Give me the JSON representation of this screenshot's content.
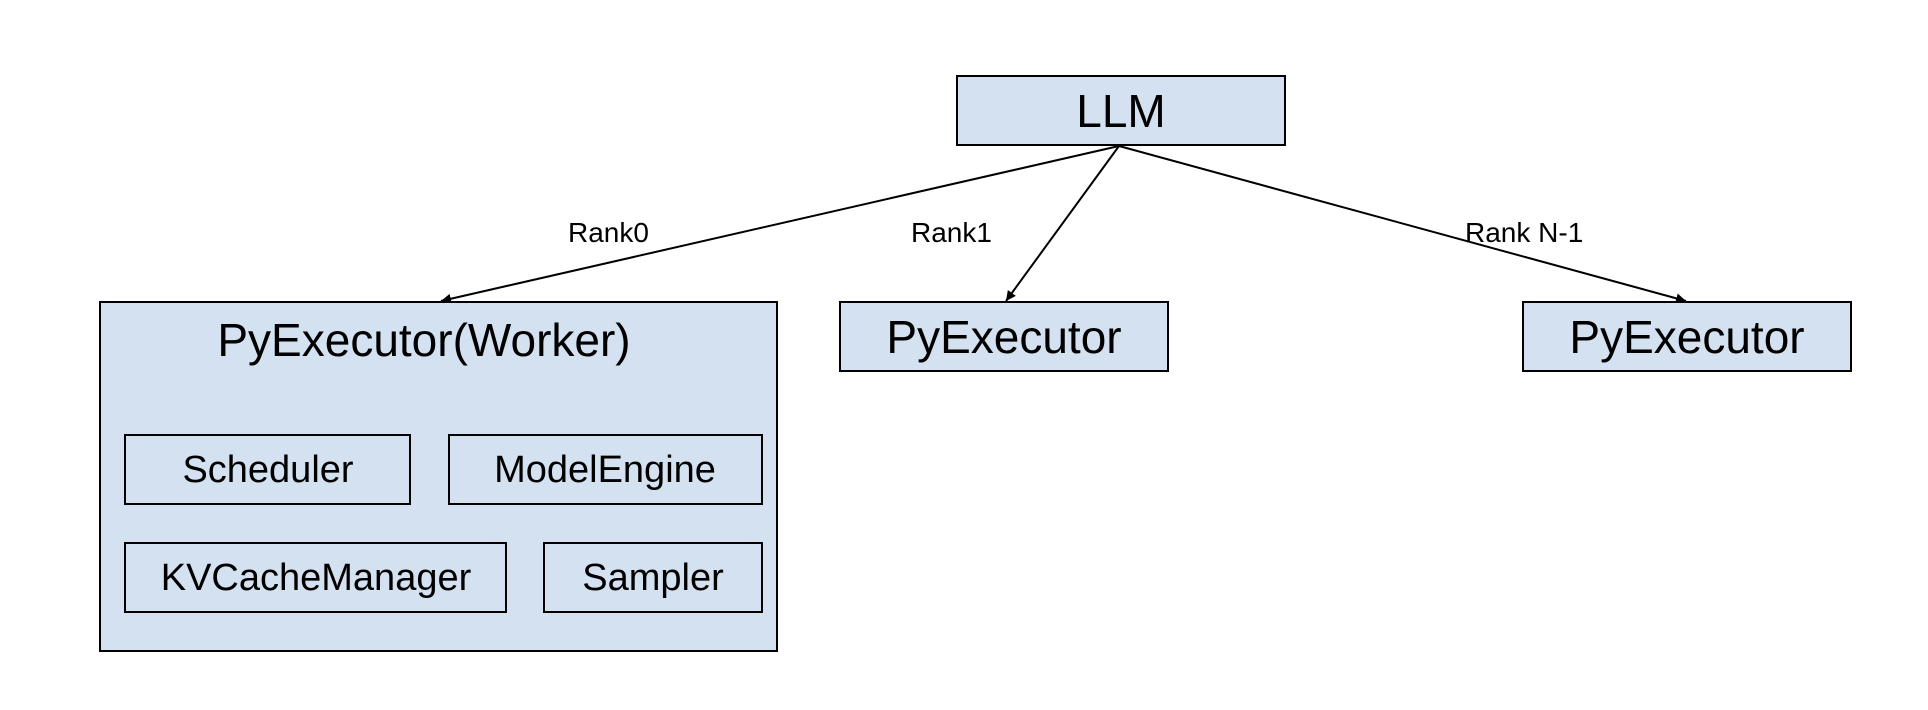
{
  "colors": {
    "node_fill": "#d4e1f0",
    "stroke": "#000000",
    "background": "#ffffff"
  },
  "nodes": {
    "llm": {
      "label": "LLM"
    },
    "worker": {
      "label": "PyExecutor(Worker)",
      "components": {
        "scheduler": "Scheduler",
        "model_engine": "ModelEngine",
        "kv_cache_manager": "KVCacheManager",
        "sampler": "Sampler"
      }
    },
    "executor_rank1": {
      "label": "PyExecutor"
    },
    "executor_rank_n1": {
      "label": "PyExecutor"
    }
  },
  "edges": {
    "rank0": {
      "label": "Rank0"
    },
    "rank1": {
      "label": "Rank1"
    },
    "rank_n1": {
      "label": "Rank N-1"
    }
  }
}
